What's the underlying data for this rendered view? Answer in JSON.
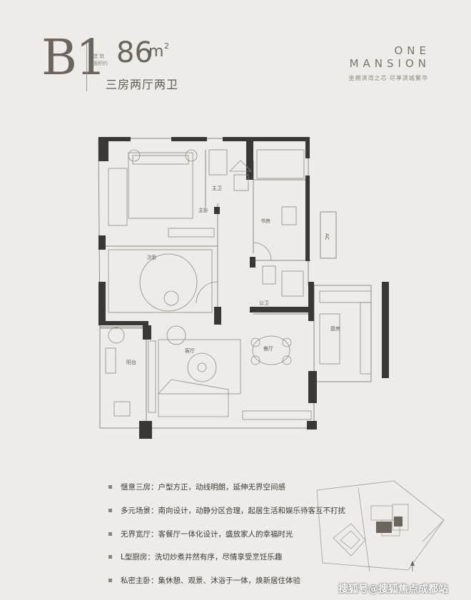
{
  "header": {
    "unit_code": "B1",
    "area_tag_1": "建 筑",
    "area_tag_2": "面积约",
    "area_value": "86",
    "area_unit": "m",
    "area_superscript": "2",
    "layout_type": "三房两厅两卫"
  },
  "brand": {
    "line1": "ONE",
    "line2": "MANSION",
    "slogan": "坐拥滨湾之芯  尽享滨城繁华"
  },
  "rooms": {
    "master_bath": "主卫",
    "master_bedroom": "主卧",
    "study": "书房",
    "ac": "AC",
    "second_bedroom": "次卧",
    "public_bath": "公卫",
    "kitchen": "厨房",
    "living_room": "客厅",
    "dining_room": "餐厅",
    "balcony": "阳台"
  },
  "features": [
    {
      "title": "惬意三房：",
      "text": "户型方正，动线明朗，延伸无界空间感"
    },
    {
      "title": "多元场景：",
      "text": "南向设计，动静分区合理，起居生活和娱乐待客互不打扰"
    },
    {
      "title": "无界宽厅：",
      "text": "客餐厅一体化设计，盛放家人的幸福时光"
    },
    {
      "title": "L型厨房：",
      "text": "洗切炒煮井然有序，尽情享受烹饪乐趣"
    },
    {
      "title": "私密主卧：",
      "text": "集休憩、观景、沐浴于一体，焕新居住体验"
    }
  ],
  "watermark": "搜狐号@搜狐焦点成都站",
  "colors": {
    "background": "#edece8",
    "wall": "#3a3836",
    "line": "#8f8a84"
  }
}
